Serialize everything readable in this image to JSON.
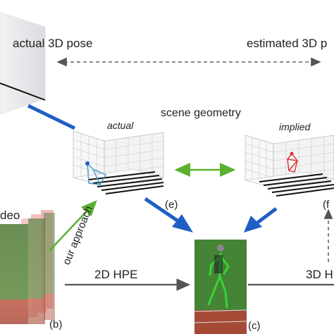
{
  "labels": {
    "actual_pose": "actual 3D pose",
    "estimated_pose": "estimated 3D p",
    "scene_geometry": "scene geometry",
    "actual": "actual",
    "implied": "implied",
    "video": "deo",
    "our_approach": "our approach",
    "hpe_2d": "2D HPE",
    "hpe_3d": "3D H",
    "panel_b": "(b)",
    "panel_c": "(c)",
    "panel_e": "(e)",
    "panel_f": "(f"
  },
  "colors": {
    "blue_arrow": "#1f5fc4",
    "green_arrow": "#5bb030",
    "gray_arrow": "#555555",
    "skeleton_green": "#39d23a",
    "implied_red": "#e03030",
    "actual_blue": "#3aa3c8"
  }
}
